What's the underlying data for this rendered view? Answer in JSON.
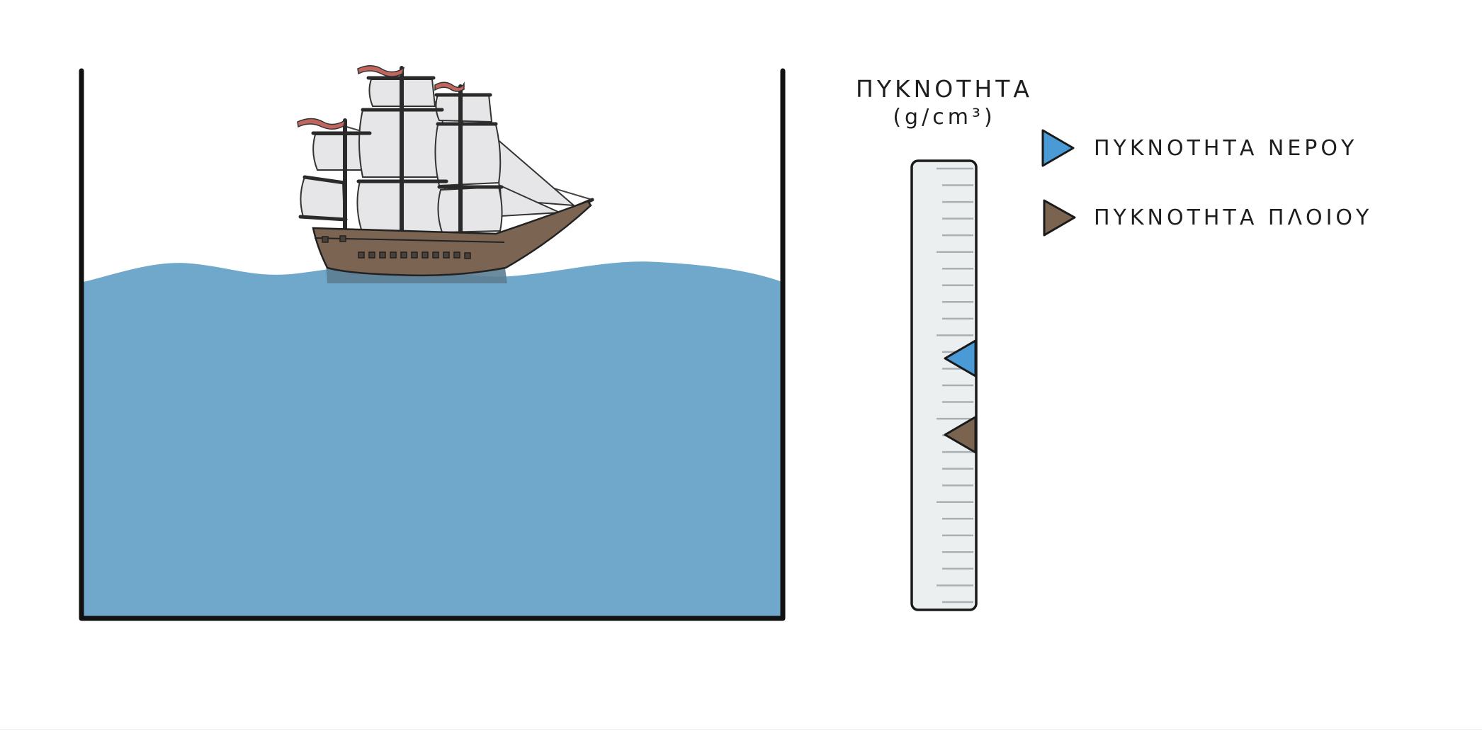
{
  "gauge": {
    "title_line1": "ΠΥΚΝΟΤΗΤΑ",
    "title_line2": "(g/cm³)",
    "markers": [
      {
        "name": "water-density-marker",
        "color": "#4a9ad6",
        "level": 0.44
      },
      {
        "name": "ship-density-marker",
        "color": "#7a6450",
        "level": 0.61
      }
    ]
  },
  "legend": {
    "items": [
      {
        "label": "ΠΥΚΝΟΤΗΤΑ ΝΕΡΟΥ",
        "color": "#4a9ad6",
        "icon": "blue-triangle-icon"
      },
      {
        "label": "ΠΥΚΝΟΤΗΤΑ ΠΛΟΙΟΥ",
        "color": "#7a6450",
        "icon": "brown-triangle-icon"
      }
    ]
  },
  "colors": {
    "water": "#6fa8cb",
    "hull": "#7b6552",
    "sails": "#e6e6e8",
    "flags": "#c0665e",
    "outline": "#1a1a1a"
  }
}
